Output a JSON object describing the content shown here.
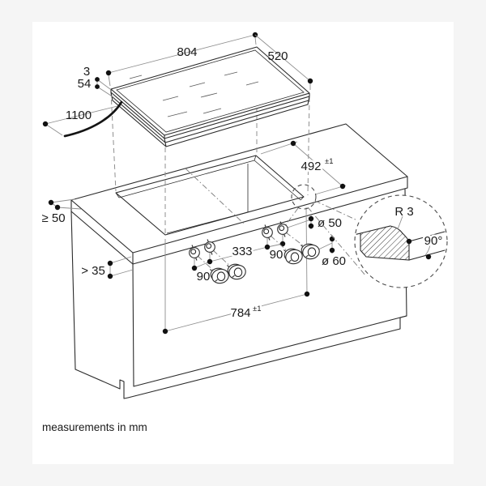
{
  "canvas": {
    "background": "#f5f5f5",
    "card_background": "#ffffff"
  },
  "cooktop": {
    "width": "804",
    "depth": "520",
    "glass_height": "3",
    "total_height": "54",
    "cable_length": "1100"
  },
  "cutout": {
    "depth": "492",
    "depth_tolerance": "±1",
    "width": "784",
    "width_tolerance": "±1",
    "back_clearance": "≥ 50",
    "front_panel_min": "> 35"
  },
  "controls": {
    "hole_diameter": "ø 50",
    "knob_diameter": "ø 60",
    "pair_spacing_left": "90",
    "pair_spacing_right": "90",
    "group_spacing": "333"
  },
  "detail": {
    "corner_radius": "R 3",
    "cut_angle": "90°"
  },
  "footer": {
    "note": "measurements in mm"
  }
}
